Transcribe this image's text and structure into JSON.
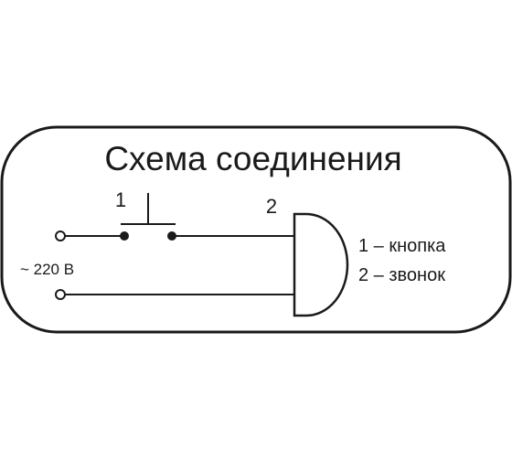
{
  "diagram": {
    "title": "Схема соединения",
    "switch_number": "1",
    "bell_number": "2",
    "voltage_label": "~ 220 В",
    "legend": [
      {
        "text": "1 – кнопка"
      },
      {
        "text": "2 – звонок"
      }
    ],
    "colors": {
      "ink": "#1a1a1a",
      "background": "#ffffff"
    }
  }
}
